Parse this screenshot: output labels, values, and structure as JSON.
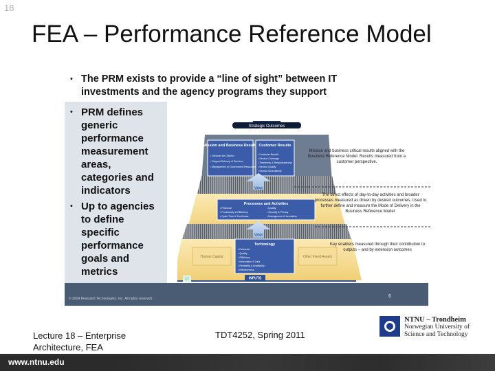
{
  "slide": {
    "number": "18",
    "title": "FEA – Performance Reference Model"
  },
  "bullets": [
    {
      "text": "The PRM exists to provide a “line of sight” between IT investments and the agency programs they support"
    },
    {
      "text": "PRM defines generic performance measurement areas, categories and indicators"
    },
    {
      "text": "Up to agencies to define specific performance goals and metrics"
    }
  ],
  "figure": {
    "copyright": "© 2004 Bearsoint Technologies, Inc. All rights reserved",
    "page": "6",
    "strategic_outcomes": "Strategic Outcomes",
    "mission": {
      "title": "Mission and Business Results",
      "items": [
        "• Services for Citizens",
        "• Support Delivery of Services",
        "• Management of Government Resources"
      ]
    },
    "customer": {
      "title": "Customer Results",
      "items": [
        "• Customer Benefit",
        "• Service Coverage",
        "• Timeliness & Responsiveness",
        "• Service Quality",
        "• Service Accessibility"
      ]
    },
    "processes": {
      "title": "Processes and Activities",
      "items_left": [
        "• Financial",
        "• Productivity & Efficiency",
        "• Cycle Time & Timeliness"
      ],
      "items_right": [
        "• Quality",
        "• Security & Privacy",
        "• Management & Innovation"
      ]
    },
    "technology": {
      "title": "Technology",
      "items": [
        "• Financial",
        "• Quality",
        "• Efficiency",
        "• Information & Data",
        "• Reliability & Availability",
        "• Effectiveness"
      ]
    },
    "value1": "Value",
    "value2": "Value",
    "human_capital": "Human Capital",
    "other_fixed_assets": "Other Fixed Assets",
    "inputs": "INPUTS",
    "marker": "17",
    "annotations": [
      "Mission and business critical results aligned with the Business Reference Model. Results measured from a customer perspective.",
      "The direct effects of day-to-day activities and broader processes measured as driven by desired outcomes. Used to further define and measure the Mode of Delivery in the Business Reference Model.",
      "Key enablers measured through their contribution to outputs – and by extension outcomes"
    ]
  },
  "footer": {
    "lecture_line1": "Lecture 18 – Enterprise",
    "lecture_line2": "Architecture, FEA",
    "course": "TDT4252, Spring 2011",
    "url": "www.ntnu.edu"
  },
  "ntnu": {
    "line1": "NTNU – Trondheim",
    "line2": "Norwegian University of",
    "line3": "Science and Technology"
  },
  "colors": {
    "brand": "#1f3c8a",
    "figure_panel": "#dfe3ea",
    "figure_footer": "#4a5c73",
    "box_blue": "#3b5ca8",
    "pyramid_top": "#2f4f8f"
  }
}
